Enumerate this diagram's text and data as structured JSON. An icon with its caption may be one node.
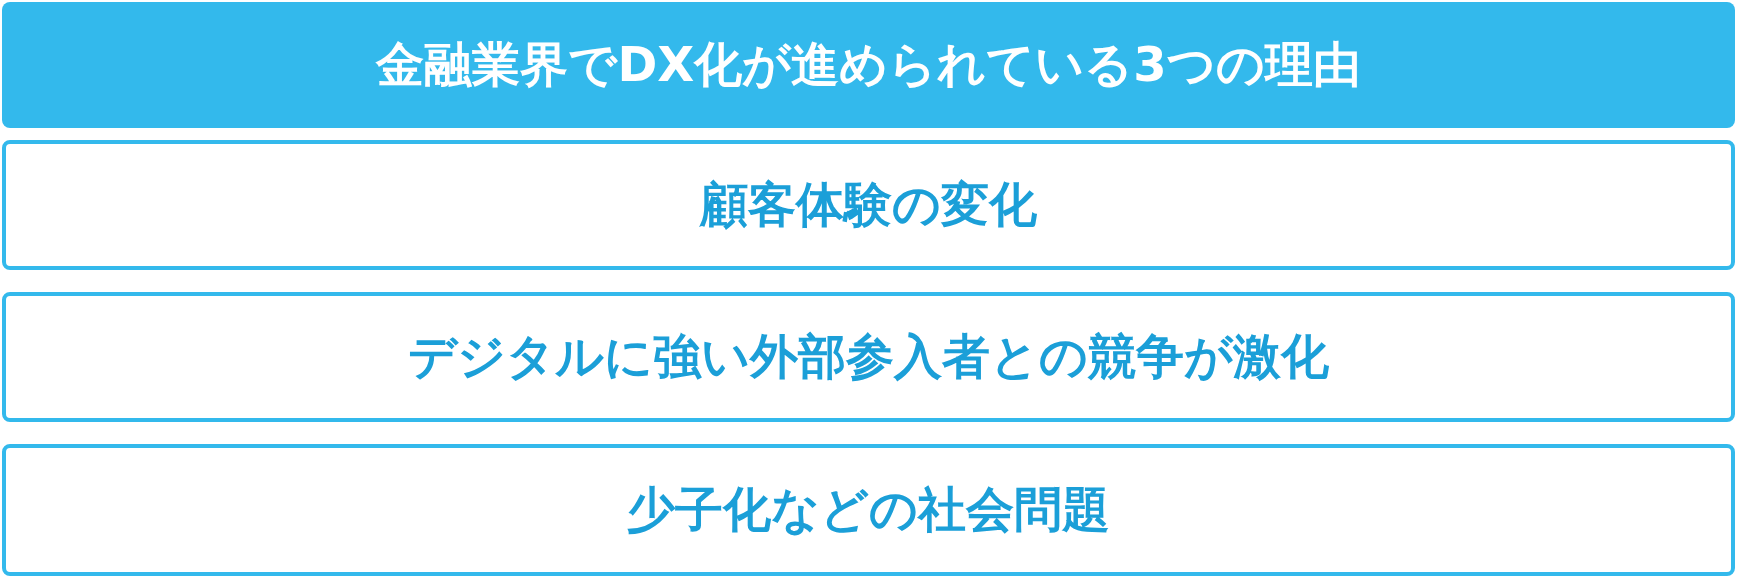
{
  "diagram": {
    "nodes": [
      {
        "text": [
          "金融業界でDX化が進められている3つの理由"
        ]
      },
      {
        "text": [
          "顧客体験の変化"
        ]
      },
      {
        "text": [
          "デジタルに強い外部参入者との競争が激化"
        ]
      },
      {
        "text": [
          "少子化などの社会問題"
        ]
      }
    ]
  }
}
